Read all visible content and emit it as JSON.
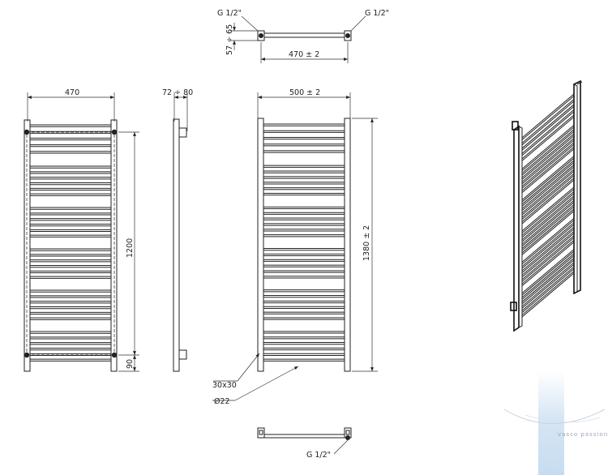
{
  "labels": {
    "top_conn_left": "G 1/2\"",
    "top_conn_right": "G 1/2\"",
    "top_wall_gap": "57 ÷ 65",
    "top_centers": "470 ± 2",
    "front_width": "470",
    "side_depth": "72 ÷ 80",
    "front2_width": "500 ± 2",
    "front_centers": "1200",
    "front_bottom": "90",
    "total_height": "1380 ± 2",
    "profile": "30x30",
    "tube_diameter": "Ø22",
    "bottom_conn": "G 1/2\""
  },
  "watermark": {
    "text": "vasco passion",
    "color": "#c9def0"
  }
}
